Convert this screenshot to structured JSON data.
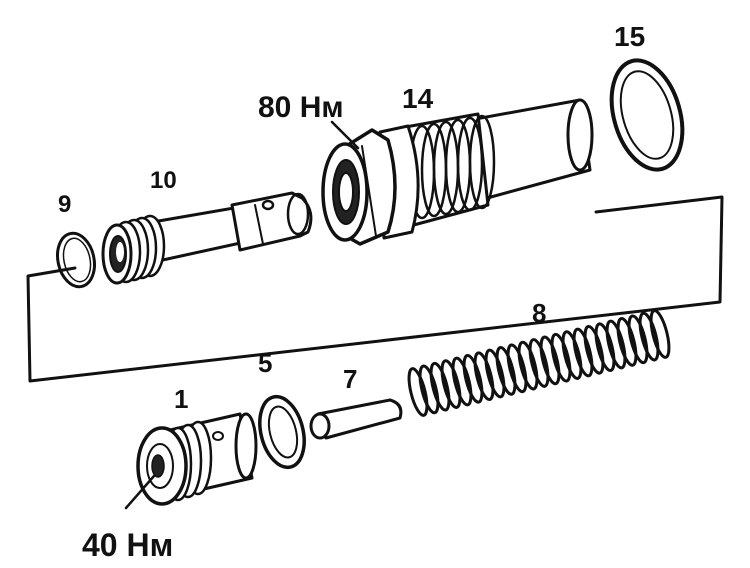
{
  "labels": {
    "part_9": "9",
    "part_10": "10",
    "torque_upper": "80 Нм",
    "part_14": "14",
    "part_15": "15",
    "part_1": "1",
    "part_5": "5",
    "part_7": "7",
    "part_8": "8",
    "torque_lower": "40 Нм"
  }
}
